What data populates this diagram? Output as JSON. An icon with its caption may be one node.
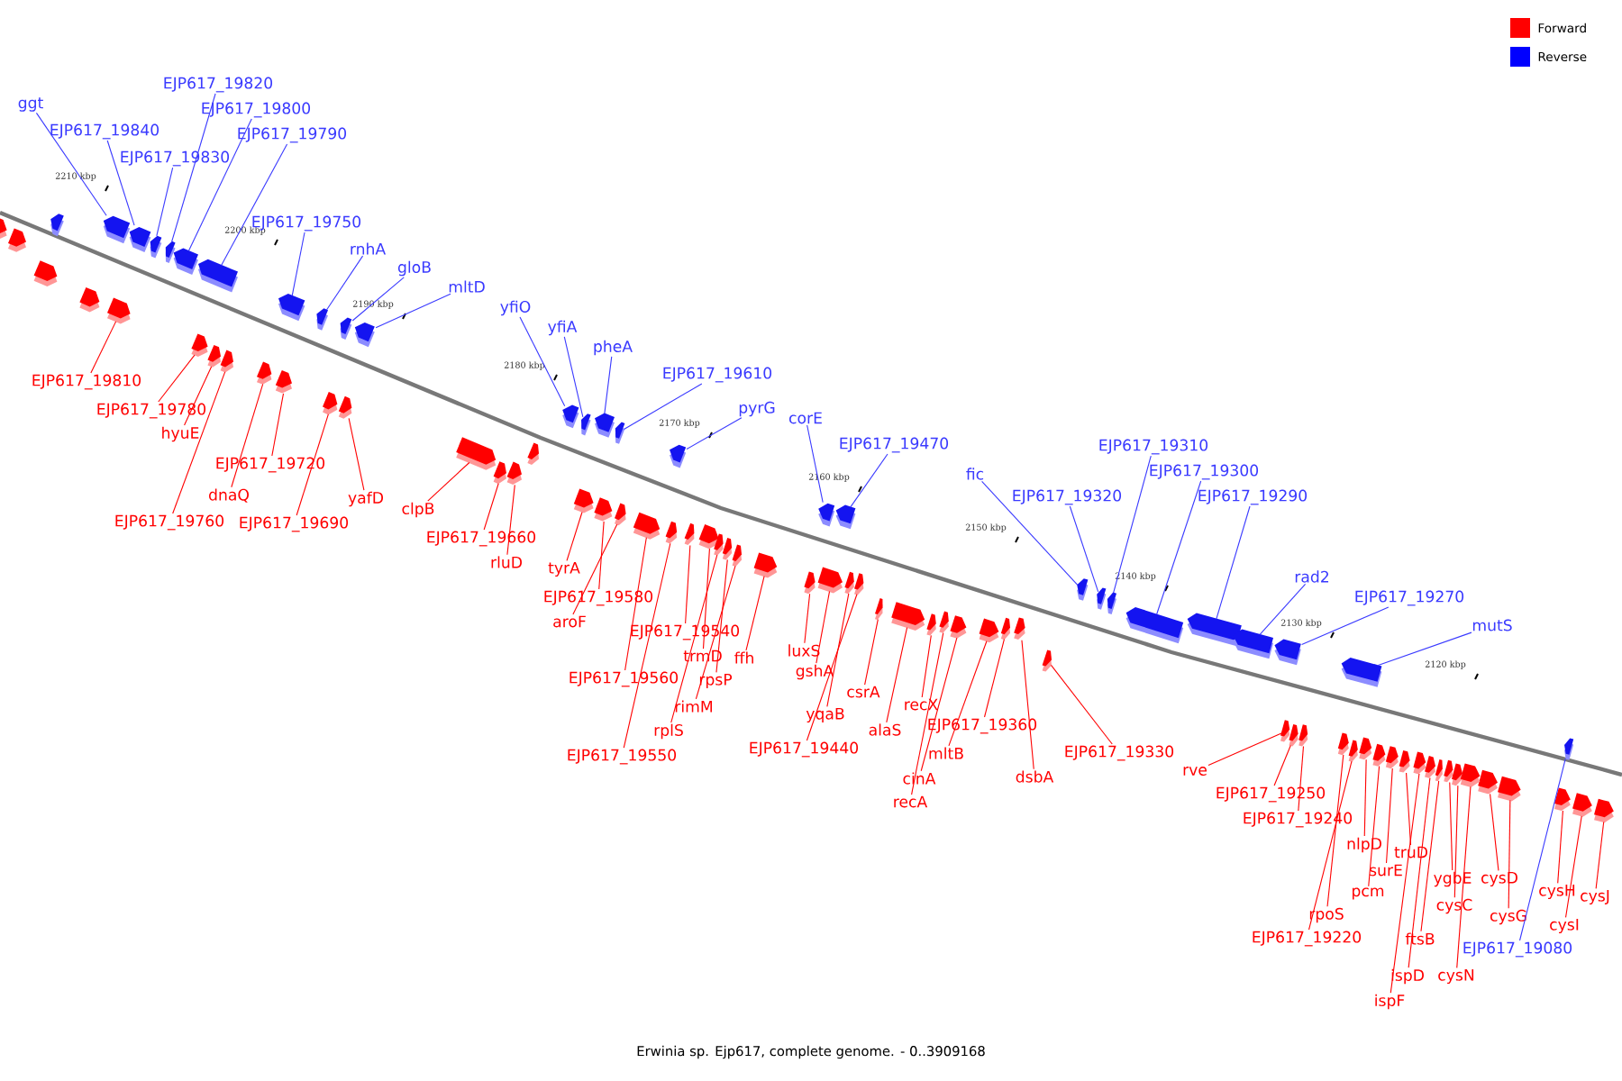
{
  "diagram": {
    "caption": "Erwinia sp. Ejp617, complete genome. - 0..3909168",
    "nodes": [
      {
        "text": [
          "ggt"
        ]
      },
      {
        "text": [
          "EJP617_19840"
        ]
      },
      {
        "text": [
          "EJP617_19830"
        ]
      },
      {
        "text": [
          "EJP617_19820"
        ]
      },
      {
        "text": [
          "EJP617_19800"
        ]
      },
      {
        "text": [
          "EJP617_19790"
        ]
      },
      {
        "text": [
          "EJP617_19750"
        ]
      },
      {
        "text": [
          "rnhA"
        ]
      },
      {
        "text": [
          "gloB"
        ]
      },
      {
        "text": [
          "mltD"
        ]
      },
      {
        "text": [
          "yfiO"
        ]
      },
      {
        "text": [
          "yfiA"
        ]
      },
      {
        "text": [
          "pheA"
        ]
      },
      {
        "text": [
          "EJP617_19610"
        ]
      },
      {
        "text": [
          "pyrG"
        ]
      },
      {
        "text": [
          "corE"
        ]
      },
      {
        "text": [
          "EJP617_19470"
        ]
      },
      {
        "text": [
          "fic"
        ]
      },
      {
        "text": [
          "EJP617_19320"
        ]
      },
      {
        "text": [
          "EJP617_19310"
        ]
      },
      {
        "text": [
          "EJP617_19300"
        ]
      },
      {
        "text": [
          "EJP617_19290"
        ]
      },
      {
        "text": [
          "rad2"
        ]
      },
      {
        "text": [
          "EJP617_19270"
        ]
      },
      {
        "text": [
          "mutS"
        ]
      },
      {
        "text": [
          "EJP617_19080"
        ]
      },
      {
        "text": [
          "EJP617_19810"
        ]
      },
      {
        "text": [
          "EJP617_19780"
        ]
      },
      {
        "text": [
          "hyuE"
        ]
      },
      {
        "text": [
          "EJP617_19720"
        ]
      },
      {
        "text": [
          "dnaQ"
        ]
      },
      {
        "text": [
          "EJP617_19760"
        ]
      },
      {
        "text": [
          "EJP617_19690"
        ]
      },
      {
        "text": [
          "yafD"
        ]
      },
      {
        "text": [
          "clpB"
        ]
      },
      {
        "text": [
          "EJP617_19660"
        ]
      },
      {
        "text": [
          "rluD"
        ]
      },
      {
        "text": [
          "tyrA"
        ]
      },
      {
        "text": [
          "EJP617_19580"
        ]
      },
      {
        "text": [
          "aroF"
        ]
      },
      {
        "text": [
          "EJP617_19540"
        ]
      },
      {
        "text": [
          "trmD"
        ]
      },
      {
        "text": [
          "ffh"
        ]
      },
      {
        "text": [
          "EJP617_19560"
        ]
      },
      {
        "text": [
          "rpsP"
        ]
      },
      {
        "text": [
          "rimM"
        ]
      },
      {
        "text": [
          "rplS"
        ]
      },
      {
        "text": [
          "EJP617_19550"
        ]
      },
      {
        "text": [
          "luxS"
        ]
      },
      {
        "text": [
          "gshA"
        ]
      },
      {
        "text": [
          "csrA"
        ]
      },
      {
        "text": [
          "yqaB"
        ]
      },
      {
        "text": [
          "EJP617_19440"
        ]
      },
      {
        "text": [
          "alaS"
        ]
      },
      {
        "text": [
          "recX"
        ]
      },
      {
        "text": [
          "EJP617_19360"
        ]
      },
      {
        "text": [
          "mltB"
        ]
      },
      {
        "text": [
          "cinA"
        ]
      },
      {
        "text": [
          "recA"
        ]
      },
      {
        "text": [
          "dsbA"
        ]
      },
      {
        "text": [
          "EJP617_19330"
        ]
      },
      {
        "text": [
          "rve"
        ]
      },
      {
        "text": [
          "EJP617_19250"
        ]
      },
      {
        "text": [
          "EJP617_19240"
        ]
      },
      {
        "text": [
          "nlpD"
        ]
      },
      {
        "text": [
          "truD"
        ]
      },
      {
        "text": [
          "surE"
        ]
      },
      {
        "text": [
          "pcm"
        ]
      },
      {
        "text": [
          "rpoS"
        ]
      },
      {
        "text": [
          "EJP617_19220"
        ]
      },
      {
        "text": [
          "ygbE"
        ]
      },
      {
        "text": [
          "cysD"
        ]
      },
      {
        "text": [
          "cysC"
        ]
      },
      {
        "text": [
          "ftsB"
        ]
      },
      {
        "text": [
          "cysG"
        ]
      },
      {
        "text": [
          "cysH"
        ]
      },
      {
        "text": [
          "cysI"
        ]
      },
      {
        "text": [
          "cysJ"
        ]
      },
      {
        "text": [
          "cysN"
        ]
      },
      {
        "text": [
          "ispD"
        ]
      },
      {
        "text": [
          "ispF"
        ]
      },
      {
        "text": [],
        "shape": "arrow"
      },
      {
        "text": [],
        "shape": "arrow"
      },
      {
        "text": [],
        "shape": "arrow"
      },
      {
        "text": [],
        "shape": "arrow"
      },
      {
        "text": [],
        "shape": "arrow"
      },
      {
        "text": [],
        "shape": "arrow"
      },
      {
        "text": [],
        "shape": "arrow"
      },
      {
        "text": [],
        "shape": "arrow"
      },
      {
        "text": [],
        "shape": "arrow"
      },
      {
        "text": [],
        "shape": "arrow"
      },
      {
        "text": [],
        "shape": "arrow"
      },
      {
        "text": [],
        "shape": "arrow"
      },
      {
        "text": [],
        "shape": "arrow"
      },
      {
        "text": [],
        "shape": "arrow"
      },
      {
        "text": [],
        "shape": "arrow"
      },
      {
        "text": [],
        "shape": "arrow"
      },
      {
        "text": [],
        "shape": "arrow"
      },
      {
        "text": [],
        "shape": "arrow"
      },
      {
        "text": [],
        "shape": "arrow"
      },
      {
        "text": [],
        "shape": "arrow"
      },
      {
        "text": [],
        "shape": "arrow"
      },
      {
        "text": [],
        "shape": "arrow"
      },
      {
        "text": [],
        "shape": "arrow"
      },
      {
        "text": [],
        "shape": "arrow"
      },
      {
        "text": [],
        "shape": "arrow"
      },
      {
        "text": [],
        "shape": "arrow"
      },
      {
        "text": [],
        "shape": "arrow"
      },
      {
        "text": [],
        "shape": "arrow"
      },
      {
        "text": [],
        "shape": "arrow"
      },
      {
        "text": [],
        "shape": "arrow"
      },
      {
        "text": [],
        "shape": "arrow"
      },
      {
        "text": [],
        "shape": "arrow"
      },
      {
        "text": [],
        "shape": "arrow"
      },
      {
        "text": [],
        "shape": "arrow"
      },
      {
        "text": [],
        "shape": "arrow"
      },
      {
        "text": [],
        "shape": "arrow"
      },
      {
        "text": [],
        "shape": "arrow"
      },
      {
        "text": [],
        "shape": "arrow"
      },
      {
        "text": [],
        "shape": "arrow"
      },
      {
        "text": [],
        "shape": "arrow"
      },
      {
        "text": [],
        "shape": "arrow"
      },
      {
        "text": [],
        "shape": "arrow"
      },
      {
        "text": [],
        "shape": "arrow"
      },
      {
        "text": [],
        "shape": "arrow"
      },
      {
        "text": [],
        "shape": "arrow"
      },
      {
        "text": [],
        "shape": "arrow"
      },
      {
        "text": [],
        "shape": "arrow"
      },
      {
        "text": [],
        "shape": "arrow"
      },
      {
        "text": [],
        "shape": "arrow"
      },
      {
        "text": [],
        "shape": "arrow"
      },
      {
        "text": [],
        "shape": "arrow"
      },
      {
        "text": [],
        "shape": "arrow"
      },
      {
        "text": [],
        "shape": "arrow"
      },
      {
        "text": [],
        "shape": "arrow"
      },
      {
        "text": [],
        "shape": "arrow"
      },
      {
        "text": [],
        "shape": "arrow"
      },
      {
        "text": [],
        "shape": "arrow"
      },
      {
        "text": [],
        "shape": "arrow"
      },
      {
        "text": [],
        "shape": "arrow"
      },
      {
        "text": [],
        "shape": "arrow"
      },
      {
        "text": [],
        "shape": "arrow"
      },
      {
        "text": [],
        "shape": "arrow"
      },
      {
        "text": [],
        "shape": "arrow"
      },
      {
        "text": [],
        "shape": "arrow"
      },
      {
        "text": [],
        "shape": "arrow"
      },
      {
        "text": [],
        "shape": "arrow"
      },
      {
        "text": [],
        "shape": "arrow"
      },
      {
        "text": [],
        "shape": "arrow"
      },
      {
        "text": [],
        "shape": "arrow"
      },
      {
        "text": [],
        "shape": "arrow"
      },
      {
        "text": [],
        "shape": "arrow"
      },
      {
        "text": [],
        "shape": "arrow"
      },
      {
        "text": [],
        "shape": "arrow"
      },
      {
        "text": [],
        "shape": "arrow"
      },
      {
        "text": [],
        "shape": "arrow"
      },
      {
        "text": [],
        "shape": "arrow"
      },
      {
        "text": [],
        "shape": "arrow"
      },
      {
        "text": [],
        "shape": "arrow"
      },
      {
        "text": [],
        "shape": "arrow"
      },
      {
        "text": [],
        "shape": "arrow"
      },
      {
        "text": [],
        "shape": "arrow"
      },
      {
        "text": [],
        "shape": "arrow"
      },
      {
        "text": [],
        "shape": "arrow"
      },
      {
        "text": [],
        "shape": "arrow"
      },
      {
        "text": [],
        "shape": "arrow"
      },
      {
        "text": [],
        "shape": "arrow"
      },
      {
        "text": [],
        "shape": "arrow"
      }
    ],
    "edges": [
      {
        "from": 0,
        "to": 81,
        "arrow": "none",
        "color": "#3a3aff"
      },
      {
        "from": 1,
        "to": 82,
        "arrow": "none",
        "color": "#3a3aff"
      },
      {
        "from": 2,
        "to": 83,
        "arrow": "none",
        "color": "#3a3aff"
      },
      {
        "from": 3,
        "to": 84,
        "arrow": "none",
        "color": "#3a3aff"
      },
      {
        "from": 4,
        "to": 85,
        "arrow": "none",
        "color": "#3a3aff"
      },
      {
        "from": 5,
        "to": 86,
        "arrow": "none",
        "color": "#3a3aff"
      },
      {
        "from": 6,
        "to": 87,
        "arrow": "none",
        "color": "#3a3aff"
      },
      {
        "from": 7,
        "to": 88,
        "arrow": "none",
        "color": "#3a3aff"
      },
      {
        "from": 8,
        "to": 89,
        "arrow": "none",
        "color": "#3a3aff"
      },
      {
        "from": 9,
        "to": 90,
        "arrow": "none",
        "color": "#3a3aff"
      },
      {
        "from": 10,
        "to": 91,
        "arrow": "none",
        "color": "#3a3aff"
      },
      {
        "from": 11,
        "to": 92,
        "arrow": "none",
        "color": "#3a3aff"
      },
      {
        "from": 12,
        "to": 93,
        "arrow": "none",
        "color": "#3a3aff"
      },
      {
        "from": 13,
        "to": 94,
        "arrow": "none",
        "color": "#3a3aff"
      },
      {
        "from": 14,
        "to": 95,
        "arrow": "none",
        "color": "#3a3aff"
      },
      {
        "from": 15,
        "to": 96,
        "arrow": "none",
        "color": "#3a3aff"
      },
      {
        "from": 16,
        "to": 97,
        "arrow": "none",
        "color": "#3a3aff"
      },
      {
        "from": 17,
        "to": 98,
        "arrow": "none",
        "color": "#3a3aff"
      },
      {
        "from": 18,
        "to": 99,
        "arrow": "none",
        "color": "#3a3aff"
      },
      {
        "from": 19,
        "to": 100,
        "arrow": "none",
        "color": "#3a3aff"
      },
      {
        "from": 20,
        "to": 101,
        "arrow": "none",
        "color": "#3a3aff"
      },
      {
        "from": 21,
        "to": 102,
        "arrow": "none",
        "color": "#3a3aff"
      },
      {
        "from": 22,
        "to": 103,
        "arrow": "none",
        "color": "#3a3aff"
      },
      {
        "from": 23,
        "to": 104,
        "arrow": "none",
        "color": "#3a3aff"
      },
      {
        "from": 24,
        "to": 105,
        "arrow": "none",
        "color": "#3a3aff"
      },
      {
        "from": 25,
        "to": 106,
        "arrow": "none",
        "color": "#3a3aff"
      },
      {
        "from": 26,
        "to": 107,
        "arrow": "none"
      },
      {
        "from": 27,
        "to": 108,
        "arrow": "none"
      },
      {
        "from": 28,
        "to": 109,
        "arrow": "none"
      },
      {
        "from": 29,
        "to": 110,
        "arrow": "none"
      },
      {
        "from": 30,
        "to": 111,
        "arrow": "none"
      },
      {
        "from": 31,
        "to": 112,
        "arrow": "none"
      },
      {
        "from": 32,
        "to": 113,
        "arrow": "none"
      },
      {
        "from": 33,
        "to": 114,
        "arrow": "none"
      },
      {
        "from": 34,
        "to": 115,
        "arrow": "none"
      },
      {
        "from": 35,
        "to": 116,
        "arrow": "none"
      },
      {
        "from": 36,
        "to": 117,
        "arrow": "none"
      },
      {
        "from": 37,
        "to": 118,
        "arrow": "none"
      },
      {
        "from": 38,
        "to": 119,
        "arrow": "none"
      },
      {
        "from": 39,
        "to": 120,
        "arrow": "none"
      },
      {
        "from": 40,
        "to": 121,
        "arrow": "none"
      },
      {
        "from": 41,
        "to": 122,
        "arrow": "none"
      },
      {
        "from": 42,
        "to": 123,
        "arrow": "none"
      },
      {
        "from": 43,
        "to": 124,
        "arrow": "none"
      },
      {
        "from": 44,
        "to": 125,
        "arrow": "none"
      },
      {
        "from": 45,
        "to": 126,
        "arrow": "none"
      },
      {
        "from": 46,
        "to": 127,
        "arrow": "none"
      },
      {
        "from": 47,
        "to": 128,
        "arrow": "none"
      },
      {
        "from": 48,
        "to": 129,
        "arrow": "none"
      },
      {
        "from": 49,
        "to": 130,
        "arrow": "none"
      },
      {
        "from": 50,
        "to": 131,
        "arrow": "none"
      },
      {
        "from": 51,
        "to": 132,
        "arrow": "none"
      },
      {
        "from": 52,
        "to": 133,
        "arrow": "none"
      },
      {
        "from": 53,
        "to": 134,
        "arrow": "none"
      },
      {
        "from": 54,
        "to": 135,
        "arrow": "none"
      },
      {
        "from": 55,
        "to": 136,
        "arrow": "none"
      },
      {
        "from": 56,
        "to": 137,
        "arrow": "none"
      },
      {
        "from": 57,
        "to": 138,
        "arrow": "none"
      },
      {
        "from": 58,
        "to": 139,
        "arrow": "none"
      },
      {
        "from": 59,
        "to": 140,
        "arrow": "none"
      },
      {
        "from": 60,
        "to": 141,
        "arrow": "none"
      },
      {
        "from": 61,
        "to": 142,
        "arrow": "none"
      },
      {
        "from": 62,
        "to": 143,
        "arrow": "none"
      },
      {
        "from": 63,
        "to": 144,
        "arrow": "none"
      },
      {
        "from": 64,
        "to": 145,
        "arrow": "none"
      },
      {
        "from": 65,
        "to": 146,
        "arrow": "none"
      },
      {
        "from": 66,
        "to": 147,
        "arrow": "none"
      },
      {
        "from": 67,
        "to": 148,
        "arrow": "none"
      },
      {
        "from": 68,
        "to": 149,
        "arrow": "none"
      },
      {
        "from": 69,
        "to": 150,
        "arrow": "none"
      },
      {
        "from": 70,
        "to": 151,
        "arrow": "none"
      },
      {
        "from": 71,
        "to": 152,
        "arrow": "none"
      },
      {
        "from": 72,
        "to": 153,
        "arrow": "none"
      },
      {
        "from": 73,
        "to": 154,
        "arrow": "none"
      },
      {
        "from": 74,
        "to": 155,
        "arrow": "none"
      },
      {
        "from": 75,
        "to": 156,
        "arrow": "none"
      },
      {
        "from": 76,
        "to": 157,
        "arrow": "none"
      },
      {
        "from": 77,
        "to": 158,
        "arrow": "none"
      },
      {
        "from": 78,
        "to": 159,
        "arrow": "none"
      },
      {
        "from": 79,
        "to": 160,
        "arrow": "none"
      },
      {
        "from": 80,
        "to": 161,
        "arrow": "none"
      }
    ],
    "labels": [
      "2210 kbp",
      "2200 kbp",
      "2190 kbp",
      "2180 kbp",
      "2170 kbp",
      "2160 kbp",
      "2150 kbp",
      "2140 kbp",
      "2130 kbp",
      "2120 kbp"
    ],
    "legend": [
      {
        "text": "Forward",
        "color": "#ff0000"
      },
      {
        "text": "Reverse",
        "color": "#0000ff"
      }
    ]
  }
}
